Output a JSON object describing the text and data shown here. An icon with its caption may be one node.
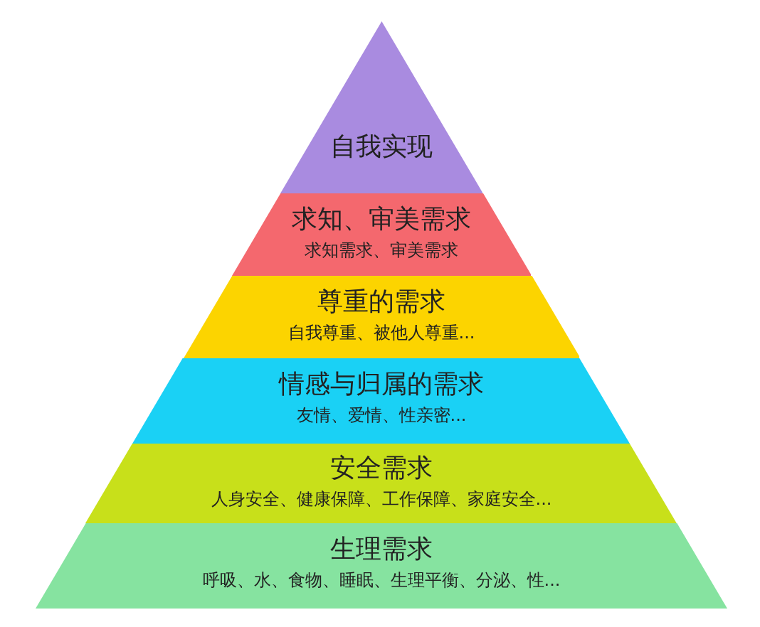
{
  "diagram": {
    "nodes": [
      {
        "text": [
          "自我实现"
        ]
      },
      {
        "text": [
          "求知、审美需求",
          "求知需求、审美需求"
        ]
      },
      {
        "text": [
          "尊重的需求",
          "自我尊重、被他人尊重..."
        ]
      },
      {
        "text": [
          "情感与归属的需求",
          "友情、爱情、性亲密..."
        ]
      },
      {
        "text": [
          "安全需求",
          "人身安全、健康保障、工作保障、家庭安全..."
        ]
      },
      {
        "text": [
          "生理需求",
          "呼吸、水、食物、睡眠、生理平衡、分泌、性..."
        ]
      }
    ]
  }
}
